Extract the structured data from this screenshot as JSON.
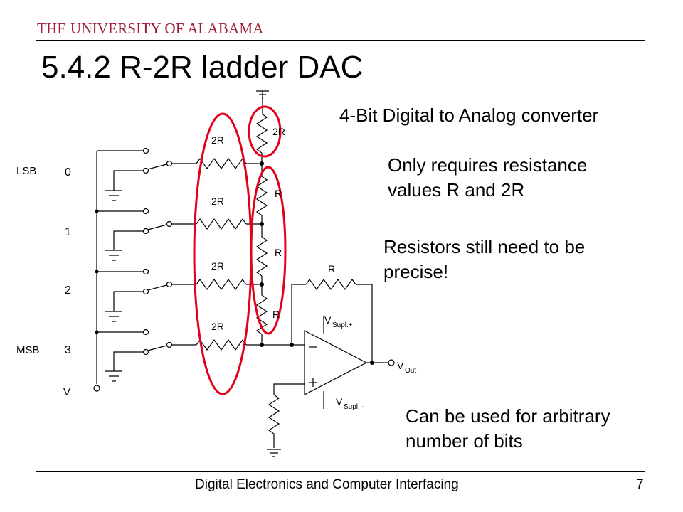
{
  "header": {
    "university": "THE UNIVERSITY OF ALABAMA",
    "accent_color": "#9e1b32"
  },
  "slide": {
    "title": "5.4.2 R-2R ladder DAC",
    "points": {
      "p1": "4-Bit Digital to Analog converter",
      "p2a": "Only requires resistance",
      "p2b": "values R and 2R",
      "p3a": "Resistors still need to be",
      "p3b": "precise!",
      "p4a": "Can be used for arbitrary",
      "p4b": "number of bits"
    }
  },
  "diagram": {
    "highlight_color": "#e3001b",
    "labels": {
      "lsb": "LSB",
      "msb": "MSB",
      "v": "V",
      "bit0": "0",
      "bit1": "1",
      "bit2": "2",
      "bit3": "3",
      "r2_a": "2R",
      "r2_b": "2R",
      "r2_c": "2R",
      "r2_d": "2R",
      "r2_top": "2R",
      "r_a": "R",
      "r_b": "R",
      "r_c": "R",
      "r_fb": "R",
      "vsupl_pos": "Supl.+",
      "vsupl_neg": "Supl. -",
      "vout": "Out",
      "vout_v": "V",
      "vsp_v": "V",
      "vsn_v": "V"
    }
  },
  "footer": {
    "course": "Digital Electronics and Computer Interfacing",
    "page": "7"
  }
}
